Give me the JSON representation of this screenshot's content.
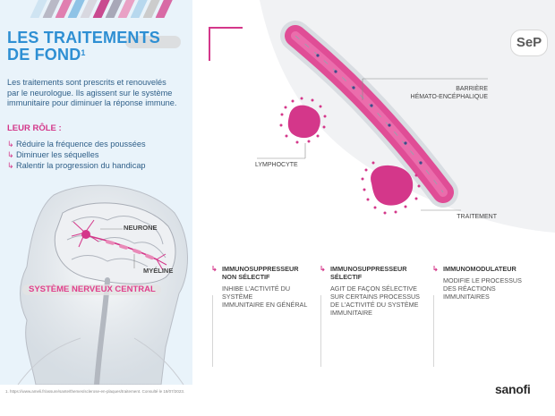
{
  "header": {
    "title_line1": "LES TRAITEMENTS",
    "title_line2": "DE FOND",
    "title_sup": "1"
  },
  "intro": {
    "lines": [
      "Les traitements sont prescrits et renouvelés",
      "par le neurologue. Ils agissent sur le système",
      "immunitaire pour diminuer la réponse immune."
    ]
  },
  "role": {
    "title": "LEUR RÔLE :",
    "items": [
      "Réduire la fréquence des poussées",
      "Diminuer les séquelles",
      "Ralentir la progression du handicap"
    ]
  },
  "brain": {
    "neurone_label": "NEURONE",
    "myeline_label": "MYÉLINE",
    "system_label": "SYSTÈME NERVEUX CENTRAL"
  },
  "illustration": {
    "barrier_line1": "BARRIÈRE",
    "barrier_line2": "HÉMATO-ENCÉPHALIQUE",
    "lymphocyte_label": "LYMPHOCYTE",
    "treatment_label": "TRAITEMENT",
    "logo_text": "SeP"
  },
  "treatments": [
    {
      "title_lines": [
        "IMMUNOSUPPRESSEUR",
        "NON SÉLECTIF"
      ],
      "desc_lines": [
        "INHIBE L'ACTIVITÉ DU SYSTÈME",
        "IMMUNITAIRE EN GÉNÉRAL"
      ]
    },
    {
      "title_lines": [
        "IMMUNOSUPPRESSEUR",
        "SÉLECTIF"
      ],
      "desc_lines": [
        "AGIT DE FAÇON SÉLECTIVE",
        "SUR CERTAINS PROCESSUS",
        "DE L'ACTIVITÉ DU SYSTÈME",
        "IMMUNITAIRE"
      ]
    },
    {
      "title_lines": [
        "IMMUNOMODULATEUR"
      ],
      "desc_lines": [
        "MODIFIE LE PROCESSUS",
        "DES RÉACTIONS",
        "IMMUNITAIRES"
      ]
    }
  ],
  "footer": {
    "footnote": "1. https://www.ameli.fr/assure/sante/themes/sclerose-en-plaques/traitement. Consulté le 18/07/2023.",
    "brand": "sanofi"
  },
  "colors": {
    "accent_pink": "#d4378a",
    "title_blue": "#2e8fd3",
    "text_blue": "#2f5f88",
    "panel_bg": "#e9f3fa"
  }
}
